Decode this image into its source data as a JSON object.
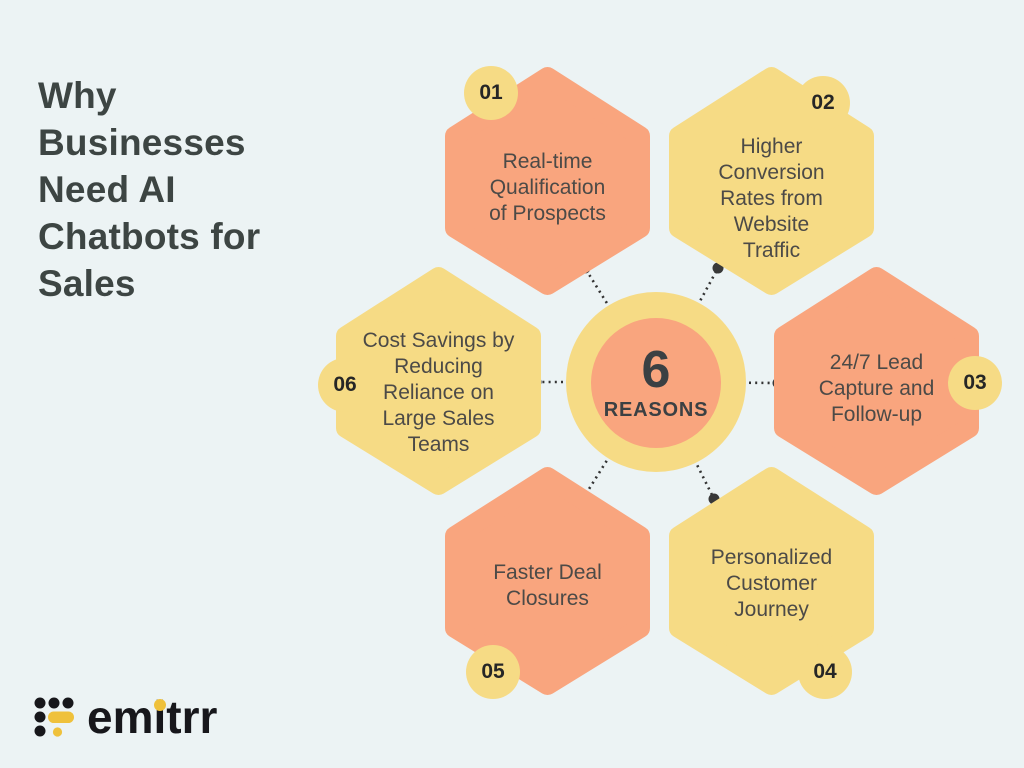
{
  "title": {
    "lines": [
      "Why",
      "Businesses",
      "Need AI",
      "Chatbots for",
      "Sales"
    ]
  },
  "center": {
    "number": "6",
    "label": "REASONS"
  },
  "hexagons": [
    {
      "id": "01",
      "label_lines": [
        "Real-time",
        "Qualification",
        "of Prospects"
      ],
      "color": "salmon",
      "badge_position": "top-left"
    },
    {
      "id": "02",
      "label_lines": [
        "Higher",
        "Conversion",
        "Rates from",
        "Website",
        "Traffic"
      ],
      "color": "yellow",
      "badge_position": "top-right"
    },
    {
      "id": "03",
      "label_lines": [
        "24/7 Lead",
        "Capture and",
        "Follow-up"
      ],
      "color": "salmon",
      "badge_position": "right"
    },
    {
      "id": "04",
      "label_lines": [
        "Personalized",
        "Customer",
        "Journey"
      ],
      "color": "yellow",
      "badge_position": "bottom-right"
    },
    {
      "id": "05",
      "label_lines": [
        "Faster Deal",
        "Closures"
      ],
      "color": "salmon",
      "badge_position": "bottom-left"
    },
    {
      "id": "06",
      "label_lines": [
        "Cost Savings by",
        "Reducing",
        "Reliance on",
        "Large Sales",
        "Teams"
      ],
      "color": "yellow",
      "badge_position": "left"
    }
  ],
  "logo": {
    "text": "emitrr"
  },
  "colors": {
    "background": "#ecf3f4",
    "hex_salmon": "#f9a57e",
    "hex_yellow": "#f6db85",
    "badge_yellow": "#f6db85",
    "title_text": "#3d4543",
    "body_text": "#4c4a47",
    "badge_text": "#262626",
    "connector": "#333333",
    "logo_black": "#17171b",
    "logo_yellow": "#efc13b"
  }
}
